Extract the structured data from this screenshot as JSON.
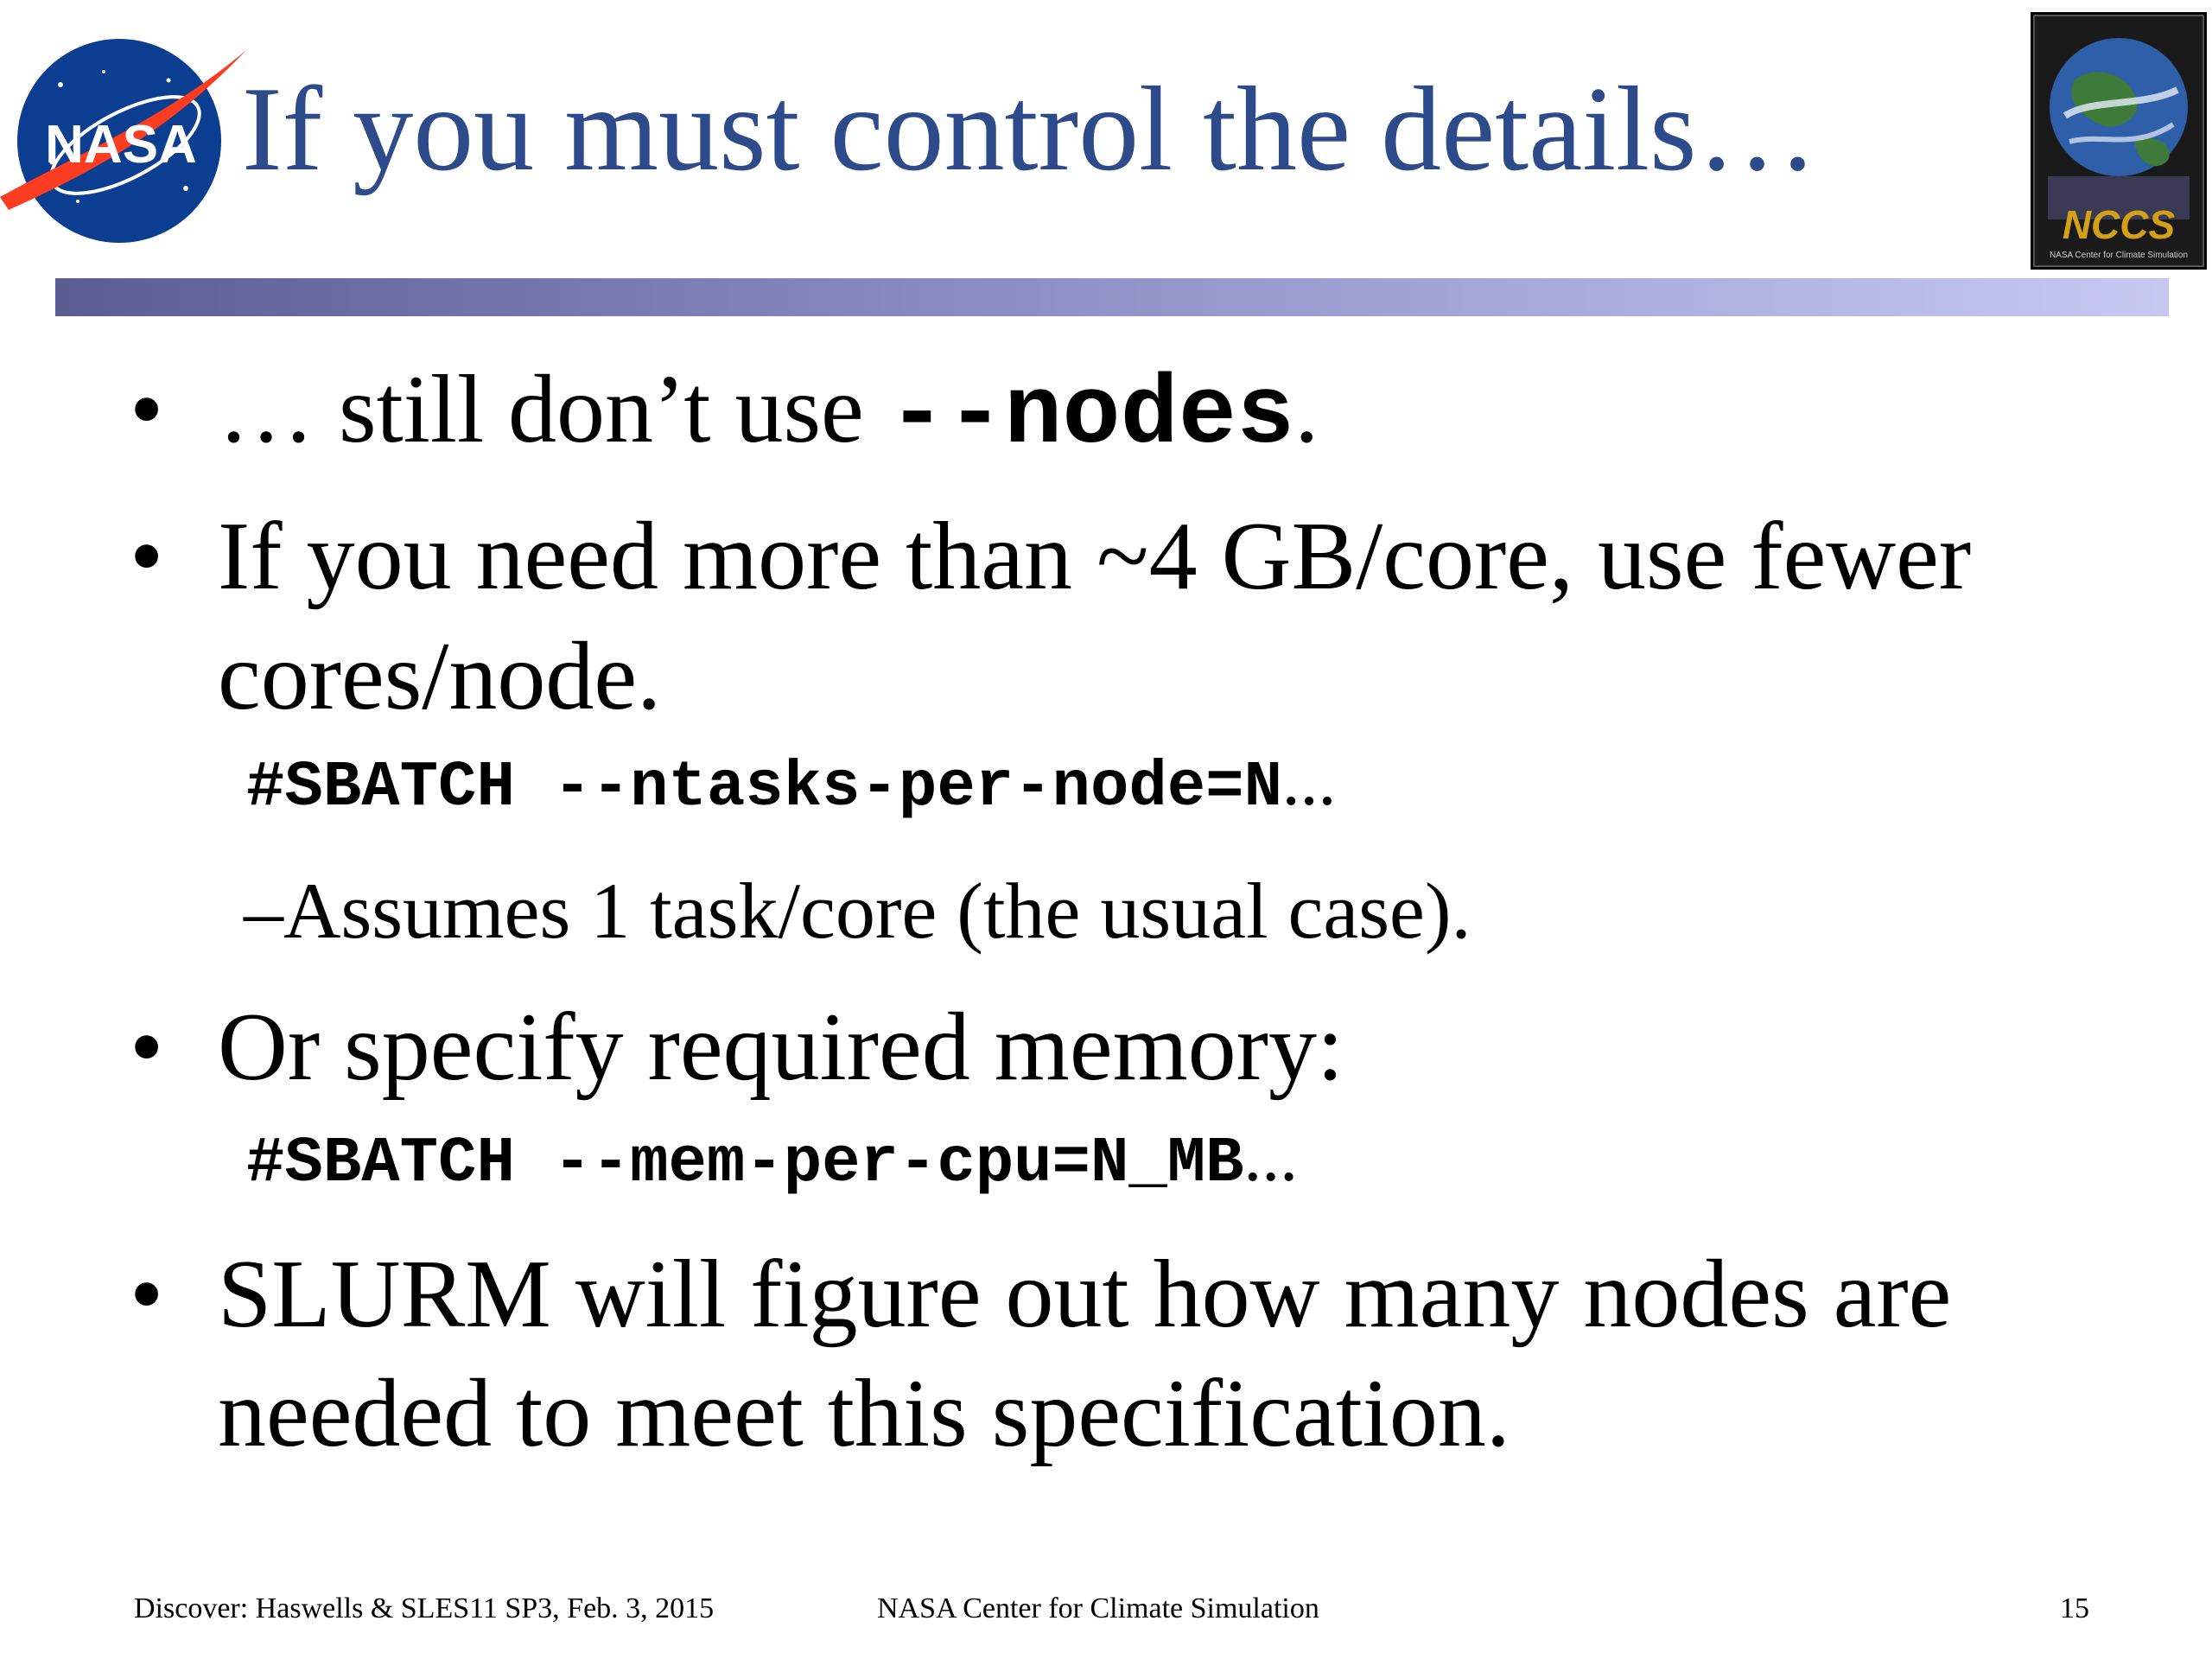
{
  "slide": {
    "title": "If you must control the details…",
    "bullet_char": "•",
    "bullets": [
      {
        "prefix": "… still don’t use ",
        "code": "--nodes",
        "suffix": "."
      },
      {
        "line1": "If you need more than ~4 GB/core, use fewer",
        "line2": "cores/node."
      },
      {
        "line1": "Or specify required memory:"
      },
      {
        "line1": "SLURM will figure out how many nodes are",
        "line2": "needed to meet this specification."
      }
    ],
    "code_lines": [
      {
        "code": "#SBATCH --ntasks-per-node=N",
        "tail": "…"
      },
      {
        "code": "#SBATCH --mem-per-cpu=N_MB",
        "tail": "…"
      }
    ],
    "sub_bullet": "–Assumes 1 task/core (the usual case)."
  },
  "logos": {
    "nasa_text": "NASA",
    "nccs_text": "NCCS",
    "nccs_subtext": "NASA Center for Climate Simulation"
  },
  "footer": {
    "left": "Discover: Haswells & SLES11 SP3, Feb. 3, 2015",
    "center": "NASA Center for Climate Simulation",
    "page": "15"
  },
  "colors": {
    "title": "#2d4b8a",
    "nasa_blue": "#0b3d91",
    "nasa_red": "#fc3d21"
  }
}
